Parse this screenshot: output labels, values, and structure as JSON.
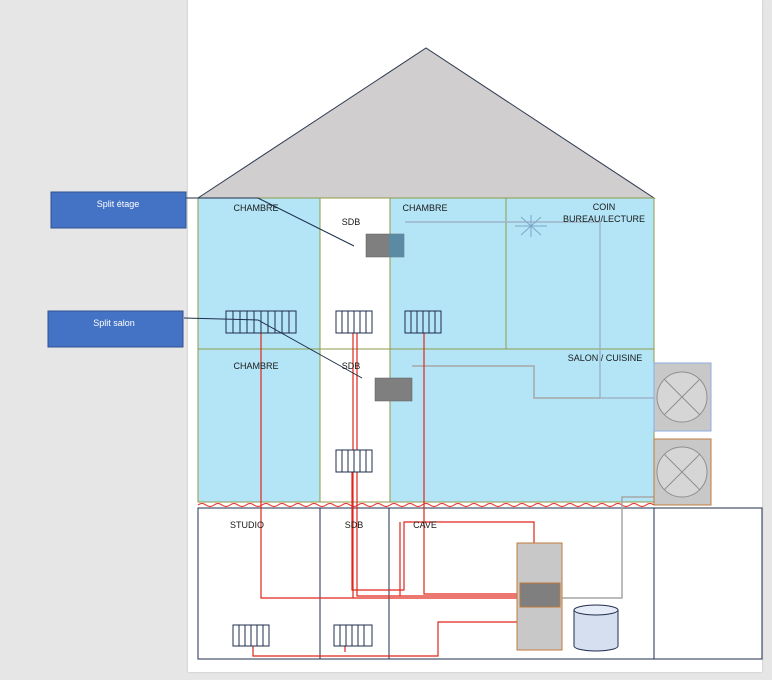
{
  "callouts": {
    "split_etage": "Split étage",
    "split_salon": "Split salon"
  },
  "rooms": {
    "top_chambre_left": "CHAMBRE",
    "top_sdb": "SDB",
    "top_chambre_right": "CHAMBRE",
    "coin_line1": "COIN",
    "coin_line2": "BUREAU/LECTURE",
    "mid_chambre": "CHAMBRE",
    "mid_sdb": "SDB",
    "salon_cuisine": "SALON / CUISINE",
    "studio": "STUDIO",
    "base_sdb": "SDB",
    "cave": "CAVE"
  },
  "colors": {
    "room_fill": "#b3e5f7",
    "roof_fill": "#d0cecf",
    "callout_fill": "#4472c4",
    "pipe_red": "#e0261c",
    "duct_gray": "#a6a6a6",
    "unit_gray": "#7f7f7f",
    "outdoor_unit": "#c8c8c8"
  }
}
